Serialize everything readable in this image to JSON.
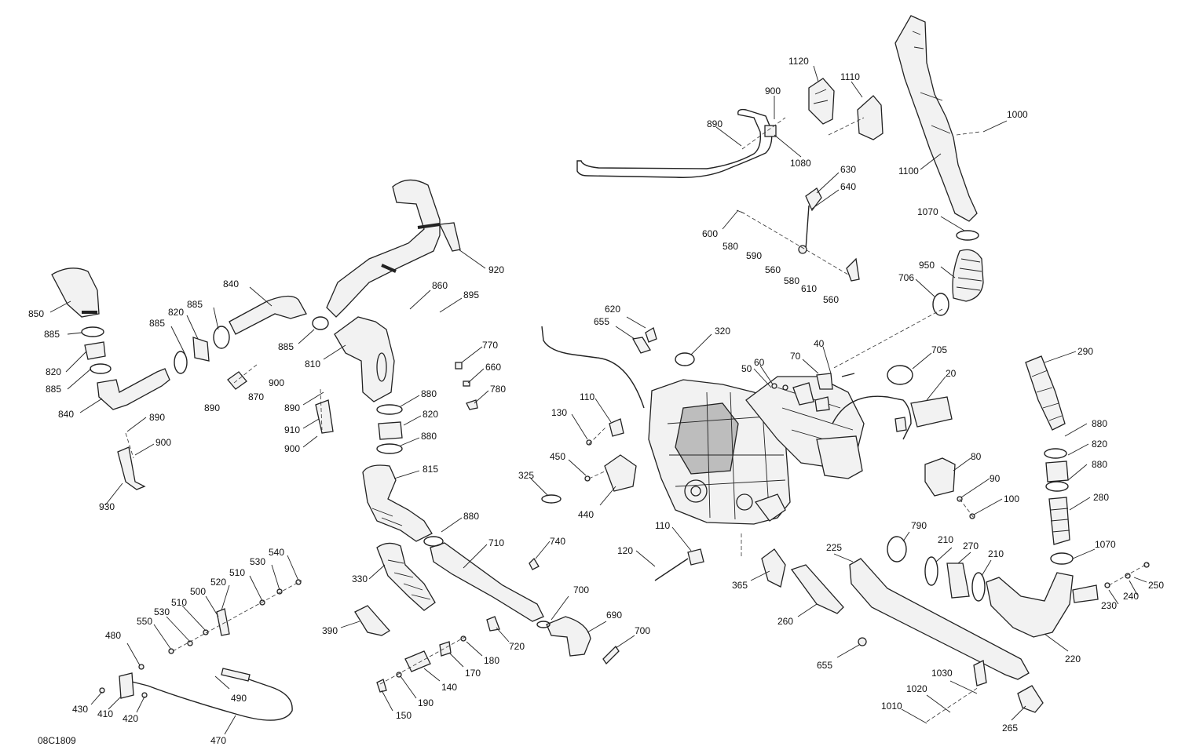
{
  "reference": "08C1809",
  "callouts": [
    {
      "id": "c1120",
      "label": "1120"
    },
    {
      "id": "c1110",
      "label": "1110"
    },
    {
      "id": "c900a",
      "label": "900"
    },
    {
      "id": "c890a",
      "label": "890"
    },
    {
      "id": "c1080",
      "label": "1080"
    },
    {
      "id": "c1000",
      "label": "1000"
    },
    {
      "id": "c1100",
      "label": "1100"
    },
    {
      "id": "c630",
      "label": "630"
    },
    {
      "id": "c640",
      "label": "640"
    },
    {
      "id": "c600",
      "label": "600"
    },
    {
      "id": "c580a",
      "label": "580"
    },
    {
      "id": "c590",
      "label": "590"
    },
    {
      "id": "c560a",
      "label": "560"
    },
    {
      "id": "c580b",
      "label": "580"
    },
    {
      "id": "c610",
      "label": "610"
    },
    {
      "id": "c560b",
      "label": "560"
    },
    {
      "id": "c1070a",
      "label": "1070"
    },
    {
      "id": "c950",
      "label": "950"
    },
    {
      "id": "c706",
      "label": "706"
    },
    {
      "id": "c920",
      "label": "920"
    },
    {
      "id": "c840a",
      "label": "840"
    },
    {
      "id": "c850",
      "label": "850"
    },
    {
      "id": "c885a",
      "label": "885"
    },
    {
      "id": "c885b",
      "label": "885"
    },
    {
      "id": "c820a",
      "label": "820"
    },
    {
      "id": "c885c",
      "label": "885"
    },
    {
      "id": "c820b",
      "label": "820"
    },
    {
      "id": "c885d",
      "label": "885"
    },
    {
      "id": "c840b",
      "label": "840"
    },
    {
      "id": "c860",
      "label": "860"
    },
    {
      "id": "c895",
      "label": "895"
    },
    {
      "id": "c885e",
      "label": "885"
    },
    {
      "id": "c810",
      "label": "810"
    },
    {
      "id": "c900b",
      "label": "900"
    },
    {
      "id": "c870",
      "label": "870"
    },
    {
      "id": "c890b",
      "label": "890"
    },
    {
      "id": "c620",
      "label": "620"
    },
    {
      "id": "c655a",
      "label": "655"
    },
    {
      "id": "c320",
      "label": "320"
    },
    {
      "id": "c40",
      "label": "40"
    },
    {
      "id": "c60",
      "label": "60"
    },
    {
      "id": "c50",
      "label": "50"
    },
    {
      "id": "c70",
      "label": "70"
    },
    {
      "id": "c705",
      "label": "705"
    },
    {
      "id": "c20",
      "label": "20"
    },
    {
      "id": "c290",
      "label": "290"
    },
    {
      "id": "c770",
      "label": "770"
    },
    {
      "id": "c660",
      "label": "660"
    },
    {
      "id": "c780",
      "label": "780"
    },
    {
      "id": "c880a",
      "label": "880"
    },
    {
      "id": "c820c",
      "label": "820"
    },
    {
      "id": "c880b",
      "label": "880"
    },
    {
      "id": "c890c",
      "label": "890"
    },
    {
      "id": "c910",
      "label": "910"
    },
    {
      "id": "c900c",
      "label": "900"
    },
    {
      "id": "c890d",
      "label": "890"
    },
    {
      "id": "c900d",
      "label": "900"
    },
    {
      "id": "c930",
      "label": "930"
    },
    {
      "id": "c110a",
      "label": "110"
    },
    {
      "id": "c130",
      "label": "130"
    },
    {
      "id": "c450",
      "label": "450"
    },
    {
      "id": "c440",
      "label": "440"
    },
    {
      "id": "c325",
      "label": "325"
    },
    {
      "id": "c815",
      "label": "815"
    },
    {
      "id": "c80",
      "label": "80"
    },
    {
      "id": "c90",
      "label": "90"
    },
    {
      "id": "c100",
      "label": "100"
    },
    {
      "id": "c880c",
      "label": "880"
    },
    {
      "id": "c820d",
      "label": "820"
    },
    {
      "id": "c880d",
      "label": "880"
    },
    {
      "id": "c280",
      "label": "280"
    },
    {
      "id": "c880e",
      "label": "880"
    },
    {
      "id": "c710",
      "label": "710"
    },
    {
      "id": "c740",
      "label": "740"
    },
    {
      "id": "c110b",
      "label": "110"
    },
    {
      "id": "c120",
      "label": "120"
    },
    {
      "id": "c790",
      "label": "790"
    },
    {
      "id": "c225",
      "label": "225"
    },
    {
      "id": "c210a",
      "label": "210"
    },
    {
      "id": "c270",
      "label": "270"
    },
    {
      "id": "c210b",
      "label": "210"
    },
    {
      "id": "c1070b",
      "label": "1070"
    },
    {
      "id": "c250",
      "label": "250"
    },
    {
      "id": "c240",
      "label": "240"
    },
    {
      "id": "c230",
      "label": "230"
    },
    {
      "id": "c220",
      "label": "220"
    },
    {
      "id": "c330",
      "label": "330"
    },
    {
      "id": "c700a",
      "label": "700"
    },
    {
      "id": "c690",
      "label": "690"
    },
    {
      "id": "c700b",
      "label": "700"
    },
    {
      "id": "c365",
      "label": "365"
    },
    {
      "id": "c260",
      "label": "260"
    },
    {
      "id": "c390",
      "label": "390"
    },
    {
      "id": "c720",
      "label": "720"
    },
    {
      "id": "c180",
      "label": "180"
    },
    {
      "id": "c170",
      "label": "170"
    },
    {
      "id": "c140",
      "label": "140"
    },
    {
      "id": "c190",
      "label": "190"
    },
    {
      "id": "c150",
      "label": "150"
    },
    {
      "id": "c540",
      "label": "540"
    },
    {
      "id": "c530a",
      "label": "530"
    },
    {
      "id": "c510a",
      "label": "510"
    },
    {
      "id": "c520",
      "label": "520"
    },
    {
      "id": "c500",
      "label": "500"
    },
    {
      "id": "c510b",
      "label": "510"
    },
    {
      "id": "c530b",
      "label": "530"
    },
    {
      "id": "c550",
      "label": "550"
    },
    {
      "id": "c480",
      "label": "480"
    },
    {
      "id": "c490",
      "label": "490"
    },
    {
      "id": "c430",
      "label": "430"
    },
    {
      "id": "c410",
      "label": "410"
    },
    {
      "id": "c420",
      "label": "420"
    },
    {
      "id": "c470",
      "label": "470"
    },
    {
      "id": "c655b",
      "label": "655"
    },
    {
      "id": "c1030",
      "label": "1030"
    },
    {
      "id": "c1020",
      "label": "1020"
    },
    {
      "id": "c1010",
      "label": "1010"
    },
    {
      "id": "c265",
      "label": "265"
    }
  ]
}
